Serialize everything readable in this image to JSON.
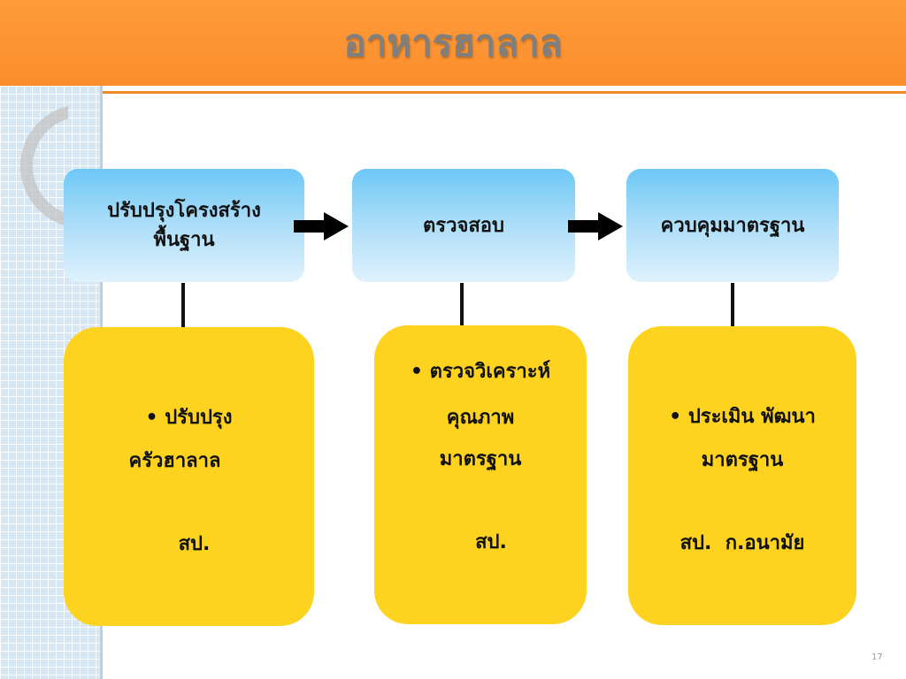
{
  "slide": {
    "title": "อาหารฮาลาล",
    "page_number": "17"
  },
  "flow": {
    "steps": [
      {
        "line1": "ปรับปรุงโครงสร้าง",
        "line2": "พื้นฐาน"
      },
      {
        "line1": "ตรวจสอบ"
      },
      {
        "line1": "ควบคุมมาตรฐาน"
      }
    ]
  },
  "details": [
    {
      "line1": "• ปรับปรุง",
      "line2": "ครัวฮาลาล",
      "agency": "สป."
    },
    {
      "line1": "• ตรวจวิเคราะห์",
      "line2": "คุณภาพ",
      "line3": "มาตรฐาน",
      "agency": "สป."
    },
    {
      "line1": "• ประเมิน พัฒนา",
      "line2": "มาตรฐาน",
      "agency": "สป.  ก.อนามัย"
    }
  ],
  "colors": {
    "header": "#fb8e2c",
    "step_box": "#6cc8f6",
    "detail_box": "#fdd320"
  }
}
